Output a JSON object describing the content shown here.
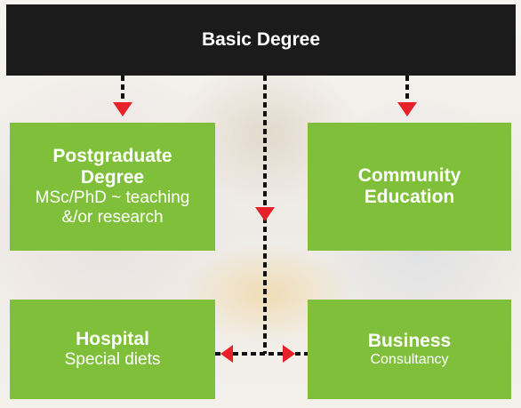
{
  "top": {
    "label": "Basic Degree"
  },
  "postgraduate": {
    "title_line1": "Postgraduate",
    "title_line2": "Degree",
    "detail_line1": "MSc/PhD ~ teaching",
    "detail_line2": "&/or research"
  },
  "community": {
    "line1": "Community",
    "line2": "Education"
  },
  "hospital": {
    "title": "Hospital",
    "detail": "Special diets"
  },
  "business": {
    "title": "Business",
    "detail": "Consultancy"
  },
  "colors": {
    "top_box": "#1c1b1b",
    "green_box": "#7fbf3a",
    "connector": "#111111",
    "arrow": "#e8202a"
  }
}
